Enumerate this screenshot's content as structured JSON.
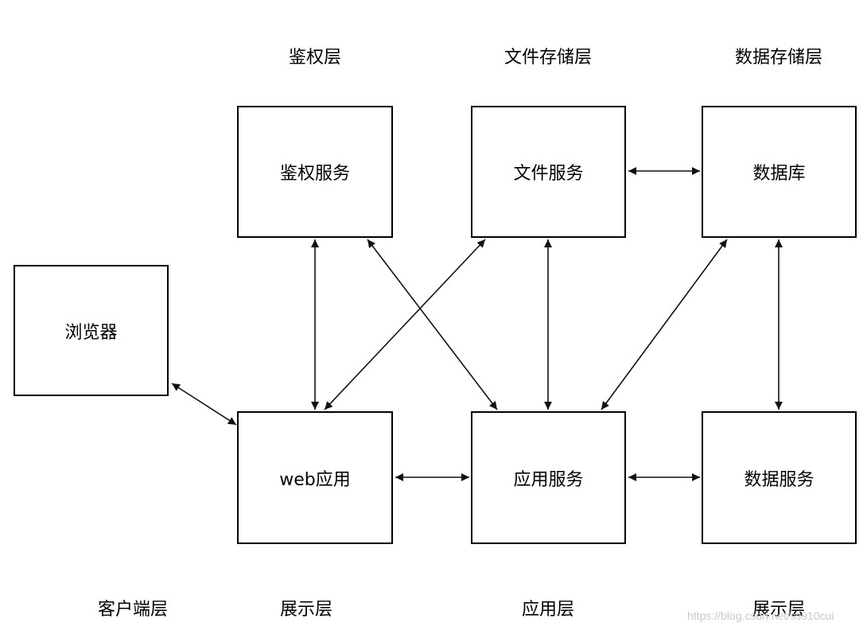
{
  "layers": {
    "auth": "鉴权层",
    "file_storage": "文件存储层",
    "data_storage": "数据存储层",
    "client": "客户端层",
    "presentation": "展示层",
    "application": "应用层",
    "presentation_2": "展示层"
  },
  "nodes": {
    "browser": "浏览器",
    "auth_service": "鉴权服务",
    "file_service": "文件服务",
    "database": "数据库",
    "web_app": "web应用",
    "app_service": "应用服务",
    "data_service": "数据服务"
  },
  "edges": [
    {
      "from": "browser",
      "to": "web_app",
      "bidirectional": true
    },
    {
      "from": "auth_service",
      "to": "web_app",
      "bidirectional": true
    },
    {
      "from": "auth_service",
      "to": "app_service",
      "bidirectional": true
    },
    {
      "from": "file_service",
      "to": "web_app",
      "bidirectional": true
    },
    {
      "from": "file_service",
      "to": "app_service",
      "bidirectional": true
    },
    {
      "from": "file_service",
      "to": "database",
      "bidirectional": true
    },
    {
      "from": "database",
      "to": "app_service",
      "bidirectional": true
    },
    {
      "from": "database",
      "to": "data_service",
      "bidirectional": true
    },
    {
      "from": "web_app",
      "to": "app_service",
      "bidirectional": true
    },
    {
      "from": "app_service",
      "to": "data_service",
      "bidirectional": true
    }
  ],
  "watermark": "https://blog.csdn.net/ss910cui"
}
